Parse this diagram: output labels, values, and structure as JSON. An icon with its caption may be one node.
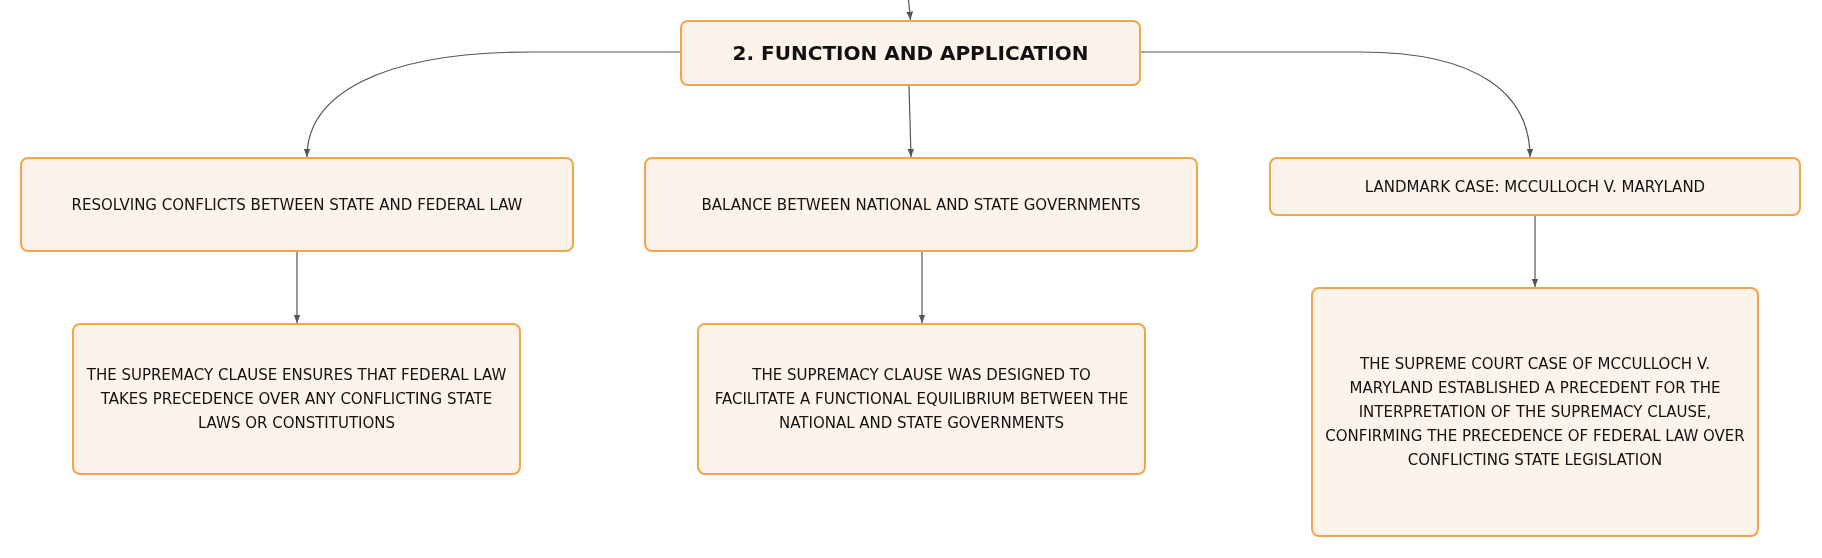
{
  "diagram": {
    "nodes": [
      {
        "text": [
          "2. FUNCTION AND APPLICATION"
        ]
      },
      {
        "text": [
          "RESOLVING CONFLICTS BETWEEN STATE AND FEDERAL LAW"
        ]
      },
      {
        "text": [
          "BALANCE BETWEEN NATIONAL AND STATE GOVERNMENTS"
        ]
      },
      {
        "text": [
          "LANDMARK CASE: MCCULLOCH V. MARYLAND"
        ]
      },
      {
        "text": [
          "THE SUPREMACY CLAUSE ENSURES THAT FEDERAL LAW TAKES PRECEDENCE OVER ANY CONFLICTING STATE LAWS OR CONSTITUTIONS"
        ]
      },
      {
        "text": [
          "THE SUPREMACY CLAUSE WAS DESIGNED TO FACILITATE A FUNCTIONAL EQUILIBRIUM BETWEEN THE NATIONAL AND STATE GOVERNMENTS"
        ]
      },
      {
        "text": [
          "THE SUPREME COURT CASE OF MCCULLOCH V. MARYLAND ESTABLISHED A PRECEDENT FOR THE INTERPRETATION OF THE SUPREMACY CLAUSE, CONFIRMING THE PRECEDENCE OF FEDERAL LAW OVER CONFLICTING STATE LEGISLATION"
        ]
      }
    ],
    "edges": [
      {
        "from": null,
        "to": 0,
        "arrow": "to"
      },
      {
        "from": 0,
        "to": 1,
        "arrow": "to"
      },
      {
        "from": 0,
        "to": 2,
        "arrow": "to"
      },
      {
        "from": 0,
        "to": 3,
        "arrow": "to"
      },
      {
        "from": 1,
        "to": 4,
        "arrow": "to"
      },
      {
        "from": 2,
        "to": 5,
        "arrow": "to"
      },
      {
        "from": 3,
        "to": 6,
        "arrow": "to"
      }
    ]
  }
}
